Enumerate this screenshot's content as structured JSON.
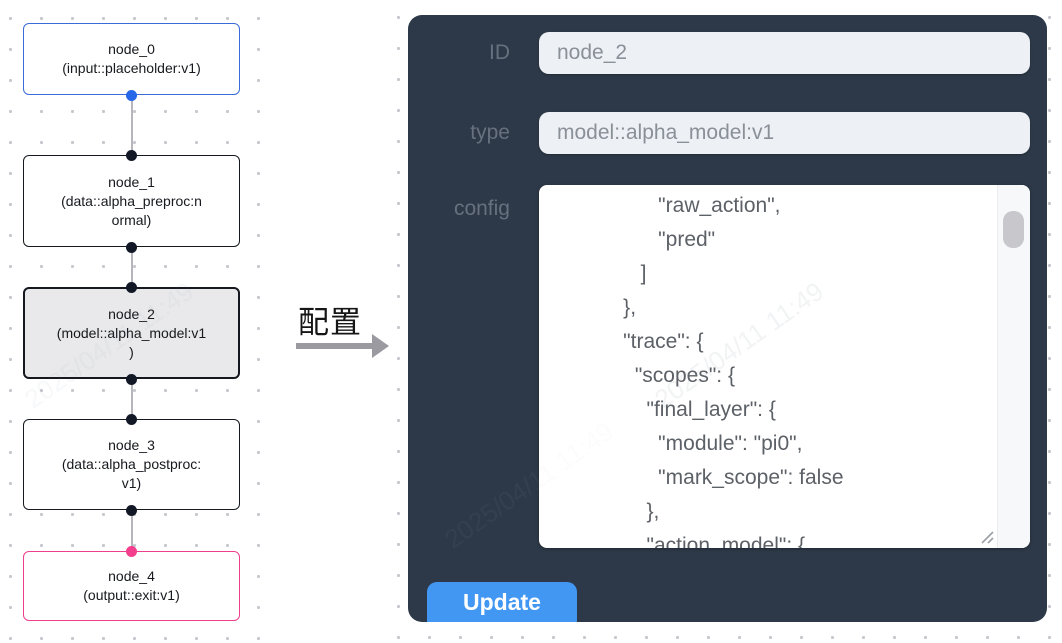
{
  "canvas": {
    "nodes": [
      {
        "id": "node_0",
        "type": "input::placeholder:v1",
        "lines": [
          "node_0",
          "(input::placeholder:v1)"
        ]
      },
      {
        "id": "node_1",
        "type": "data::alpha_preproc:normal",
        "lines": [
          "node_1",
          "(data::alpha_preproc:n",
          "ormal)"
        ]
      },
      {
        "id": "node_2",
        "type": "model::alpha_model:v1",
        "selected": "true",
        "lines": [
          "node_2",
          "(model::alpha_model:v1",
          ")"
        ]
      },
      {
        "id": "node_3",
        "type": "data::alpha_postproc:v1",
        "lines": [
          "node_3",
          "(data::alpha_postproc:",
          "v1)"
        ]
      },
      {
        "id": "node_4",
        "type": "output::exit:v1",
        "lines": [
          "node_4",
          "(output::exit:v1)"
        ]
      }
    ]
  },
  "transition": {
    "label": "配置"
  },
  "panel": {
    "id_label": "ID",
    "id_value": "node_2",
    "type_label": "type",
    "type_value": "model::alpha_model:v1",
    "config_label": "config",
    "config_text": "                 \"raw_action\",\n                 \"pred\"\n              ]\n           },\n           \"trace\": {\n             \"scopes\": {\n               \"final_layer\": {\n                 \"module\": \"pi0\",\n                 \"mark_scope\": false\n               },\n               \"action_model\": {",
    "update_label": "Update"
  },
  "watermark": {
    "text": "2025/04/11 11:49"
  },
  "colors": {
    "input_node_border": "#3a6bd8",
    "default_node_border": "#15181f",
    "output_node_border": "#ee3f8f",
    "selected_node_fill": "#e9e9eb",
    "input_port_dot": "#2666e8",
    "output_port_dot": "#f43f8e",
    "panel_background": "#2d3948",
    "field_background": "#edf0f5",
    "update_button": "#4297f3"
  }
}
